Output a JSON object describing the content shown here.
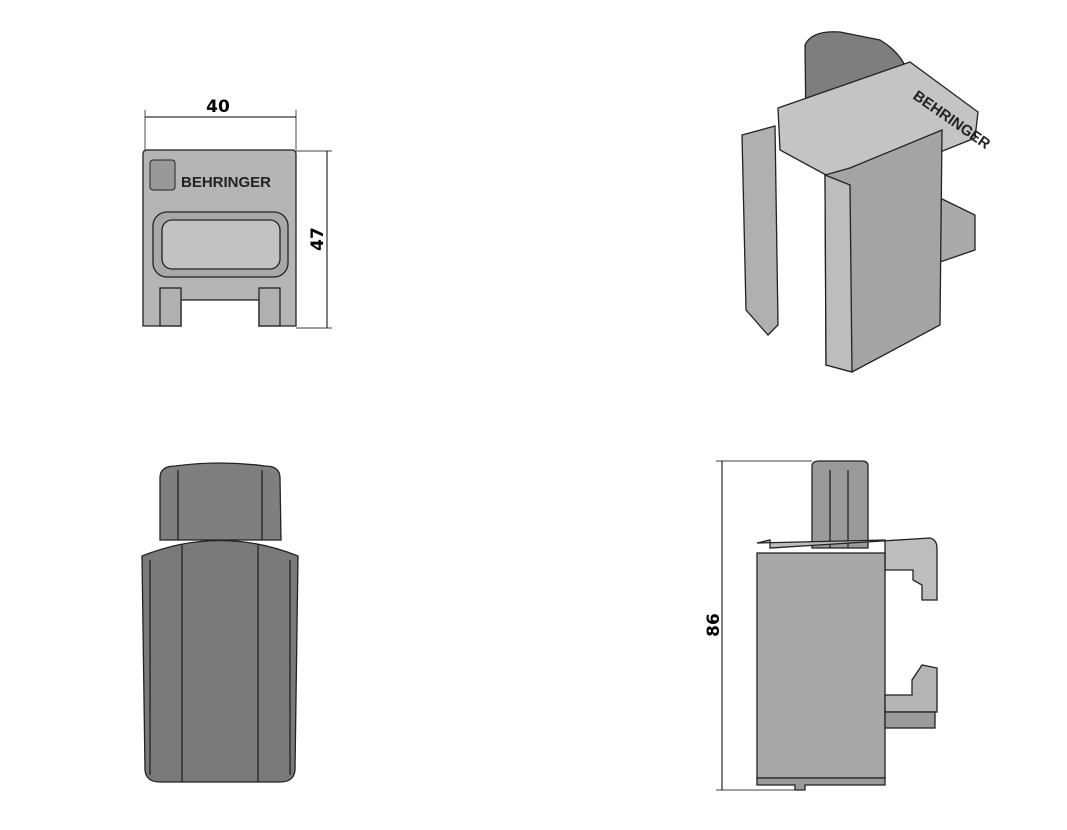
{
  "drawing": {
    "brand_logo_text": "BEHRINGER",
    "dimensions": {
      "width": "40",
      "height": "47",
      "length": "86"
    },
    "colors": {
      "body": "#a9a9a9",
      "knob": "#7f7f7f",
      "line": "#222222"
    }
  }
}
